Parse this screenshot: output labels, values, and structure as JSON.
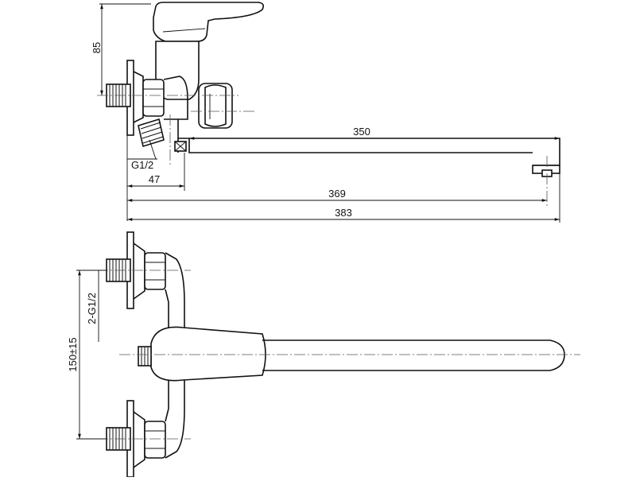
{
  "dimensions": {
    "height_85": "85",
    "spout_350": "350",
    "thread_g12": "G1/2",
    "offset_47": "47",
    "length_369": "369",
    "length_383": "383",
    "thread_2g12": "2-G1/2",
    "centers_150": "150±15"
  }
}
